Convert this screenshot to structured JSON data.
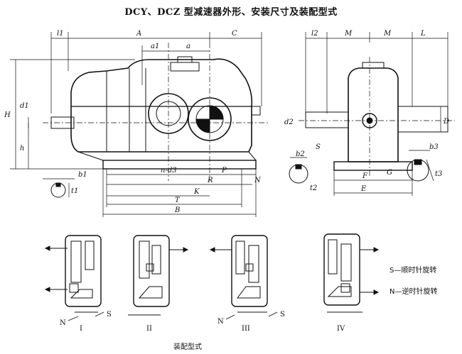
{
  "title": "DCY、DCZ 型减速器外形、安装尺寸及装配型式",
  "front_view": {
    "top_dims": [
      "l1",
      "A",
      "C",
      "a1",
      "a"
    ],
    "left_dims": [
      "H",
      "d1",
      "h"
    ],
    "bottom_dims": [
      "n-d3",
      "P",
      "R",
      "N",
      "K",
      "T",
      "B",
      "b1",
      "t1"
    ]
  },
  "side_view": {
    "top_dims": [
      "l2",
      "M",
      "M",
      "L"
    ],
    "left_dims": [
      "d2",
      "S"
    ],
    "right_dims": [
      "D"
    ],
    "bottom_dims": [
      "b2",
      "t2",
      "F",
      "G",
      "E",
      "b3",
      "t3"
    ]
  },
  "assembly": {
    "forms": [
      "I",
      "II",
      "III",
      "IV"
    ],
    "caption": "装配型式",
    "rot_labels": {
      "s": "S",
      "n": "N"
    }
  },
  "legend": {
    "s": "S—顺时针旋转",
    "n": "N—逆时针旋转"
  }
}
